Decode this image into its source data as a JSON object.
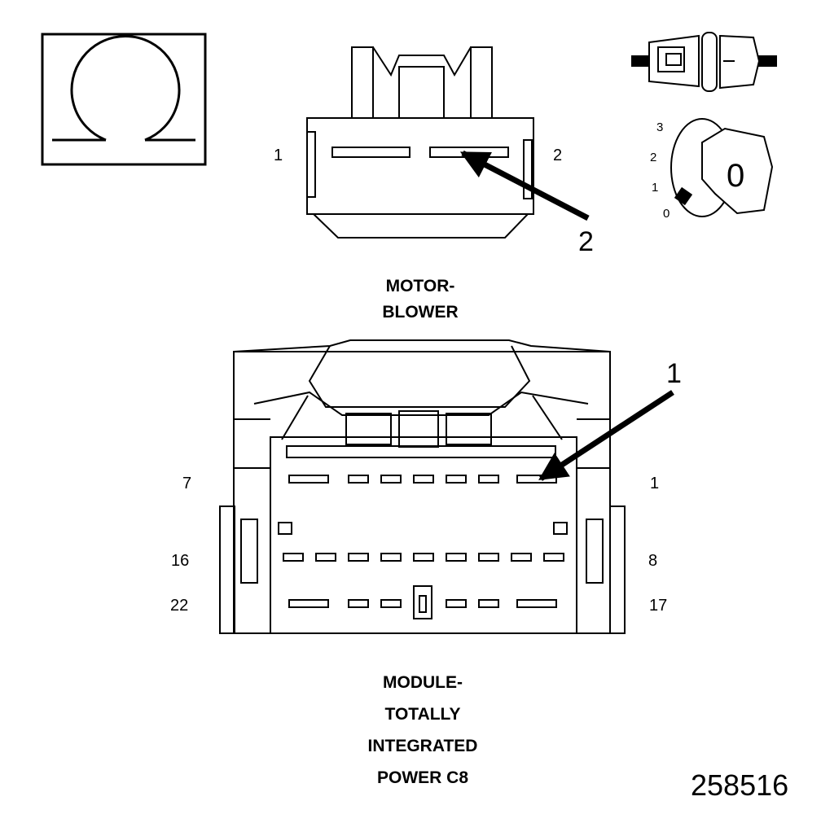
{
  "symbols": {
    "meter": {
      "symbol": "Ω",
      "icon": "ohm-meter-icon"
    },
    "connector_disconnected_icon": "connector-disconnected-icon",
    "ignition": {
      "icon": "ignition-key-icon",
      "key_label": "0",
      "positions": [
        "3",
        "2",
        "1",
        "0"
      ]
    }
  },
  "blower_connector": {
    "caption_lines": [
      "MOTOR-",
      "BLOWER"
    ],
    "pin_left": "1",
    "pin_right": "2",
    "callout": "2"
  },
  "tipm_connector": {
    "caption_lines": [
      "MODULE-",
      "TOTALLY",
      "INTEGRATED",
      "POWER C8"
    ],
    "row1": {
      "left": "7",
      "right": "1"
    },
    "row2": {
      "left": "16",
      "right": "8"
    },
    "row3": {
      "left": "22",
      "right": "17"
    },
    "callout": "1"
  },
  "figure_id": "258516"
}
